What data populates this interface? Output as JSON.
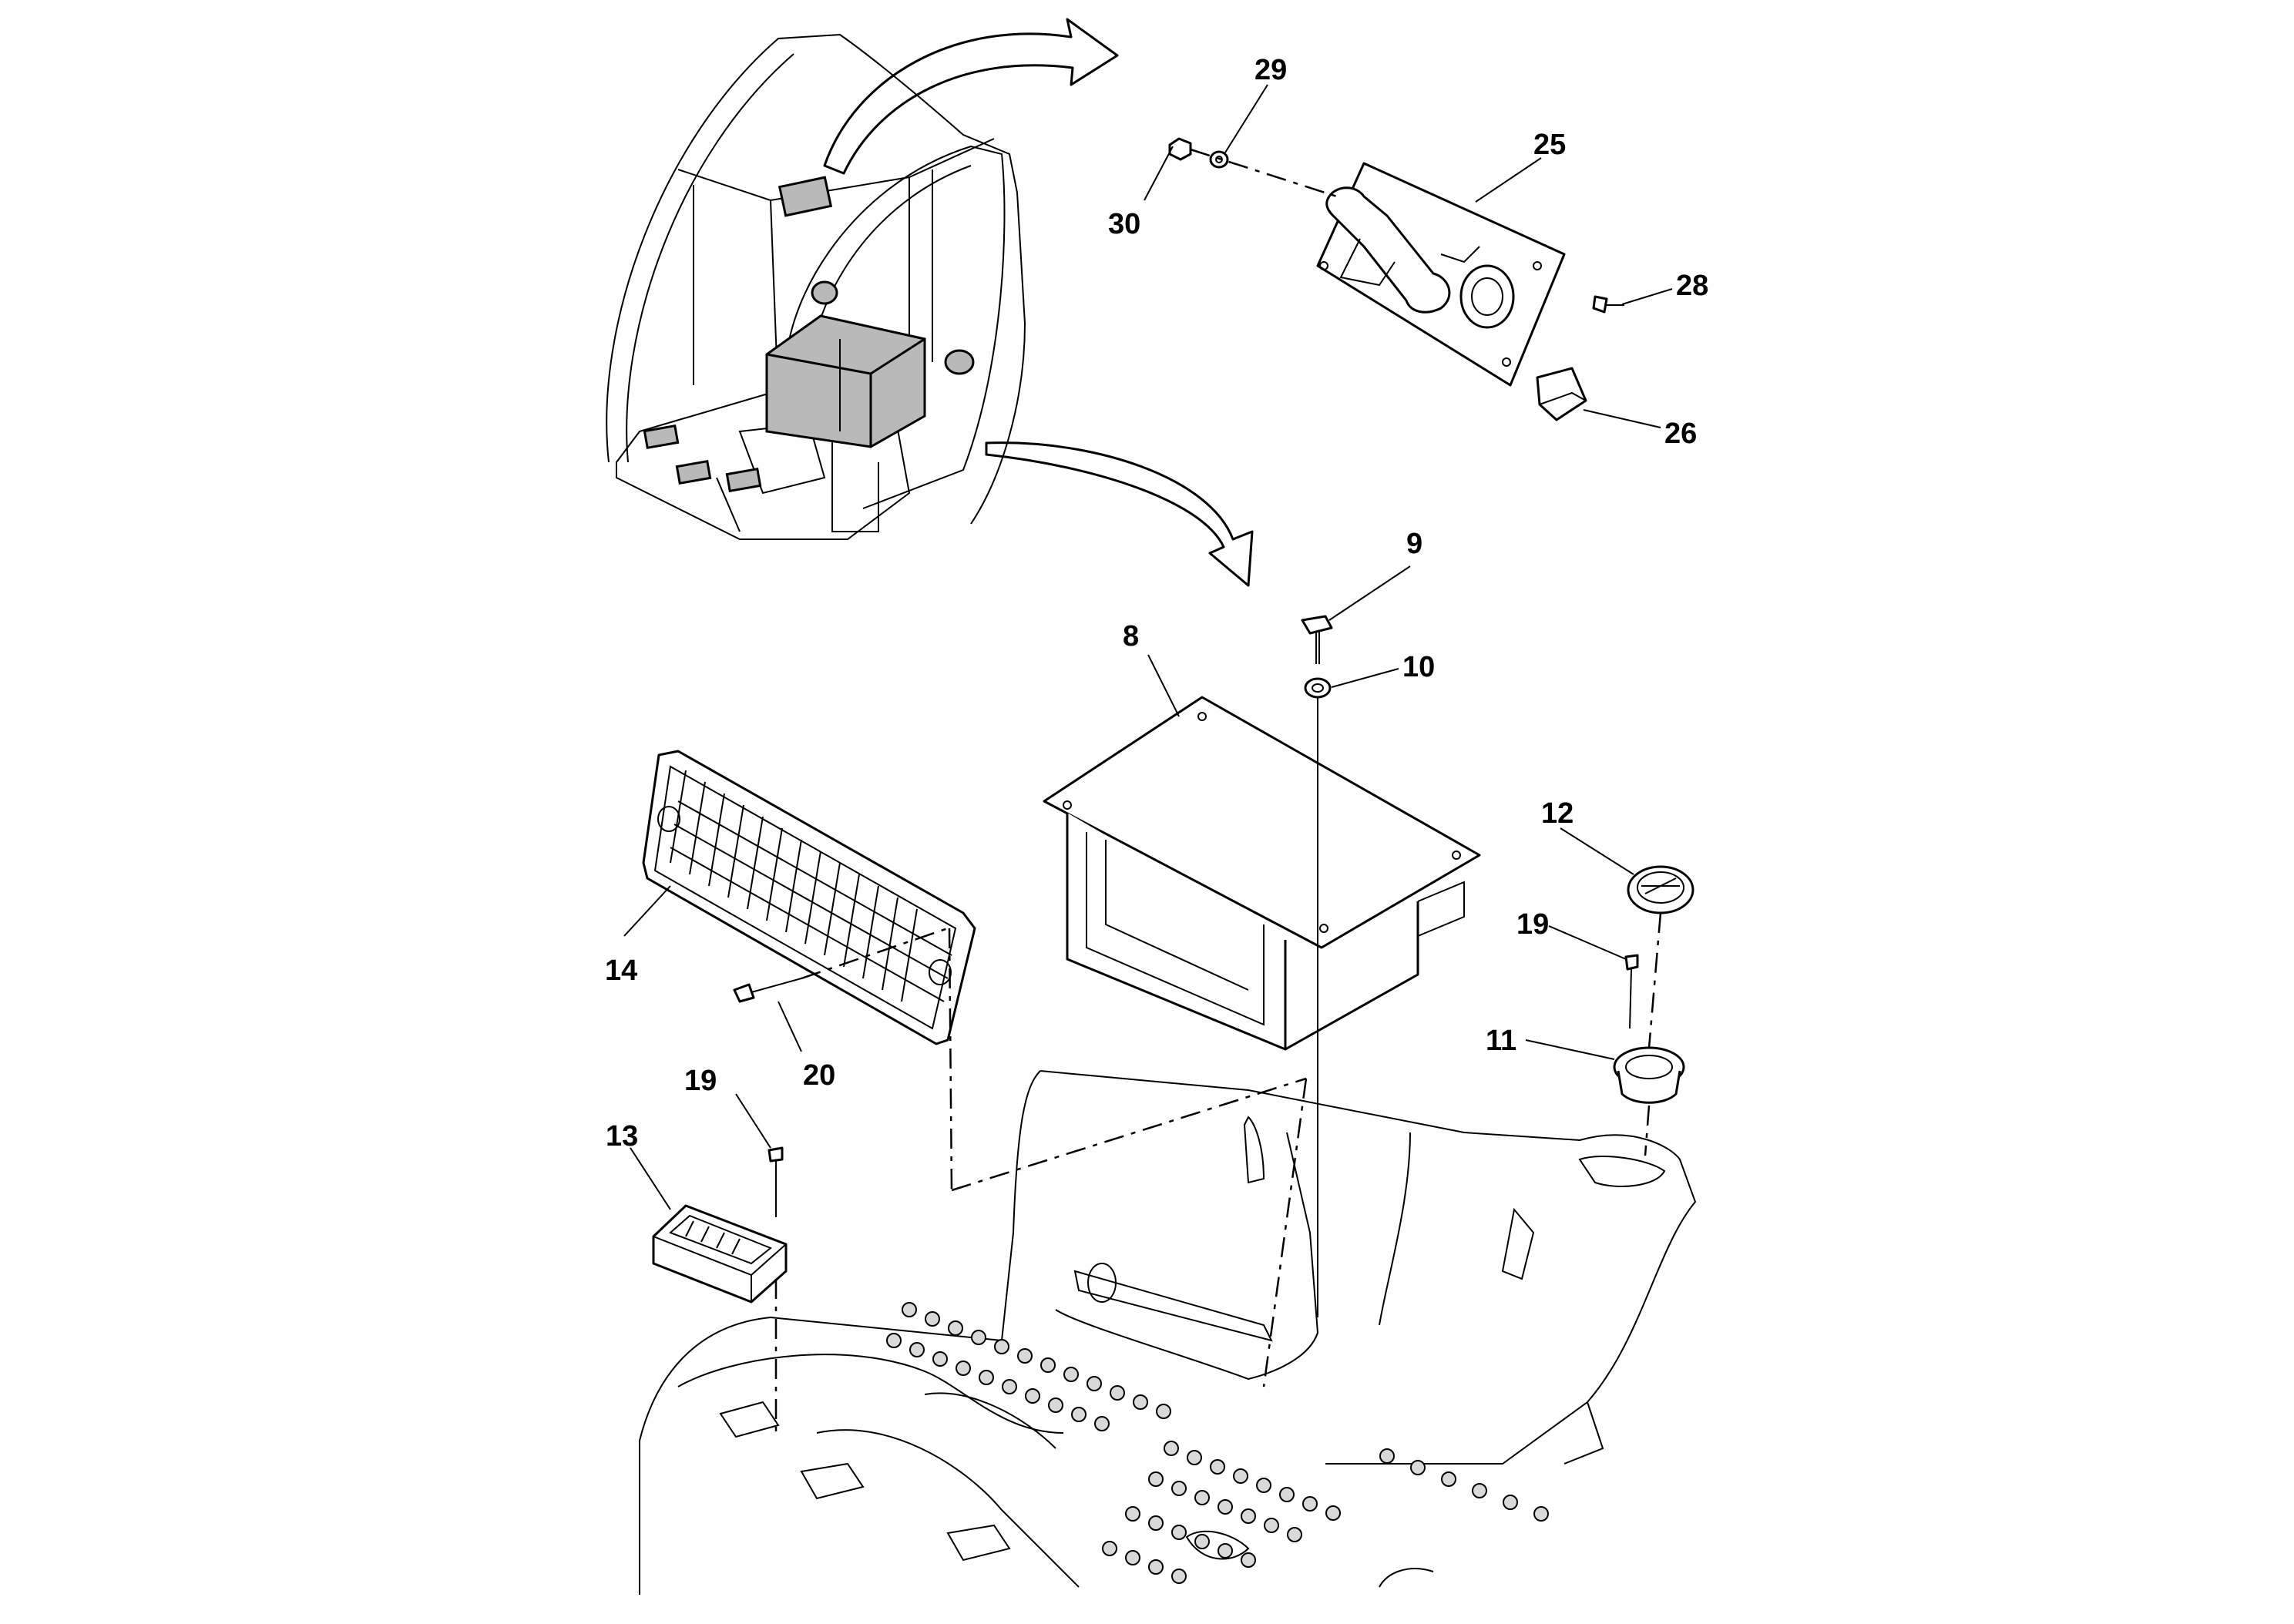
{
  "callouts": [
    {
      "id": "c29",
      "text": "29"
    },
    {
      "id": "c25",
      "text": "25"
    },
    {
      "id": "c30",
      "text": "30"
    },
    {
      "id": "c28",
      "text": "28"
    },
    {
      "id": "c26",
      "text": "26"
    },
    {
      "id": "c9",
      "text": "9"
    },
    {
      "id": "c8",
      "text": "8"
    },
    {
      "id": "c10",
      "text": "10"
    },
    {
      "id": "c12",
      "text": "12"
    },
    {
      "id": "c19a",
      "text": "19"
    },
    {
      "id": "c14",
      "text": "14"
    },
    {
      "id": "c20",
      "text": "20"
    },
    {
      "id": "c11",
      "text": "11"
    },
    {
      "id": "c19b",
      "text": "19"
    },
    {
      "id": "c13",
      "text": "13"
    }
  ]
}
